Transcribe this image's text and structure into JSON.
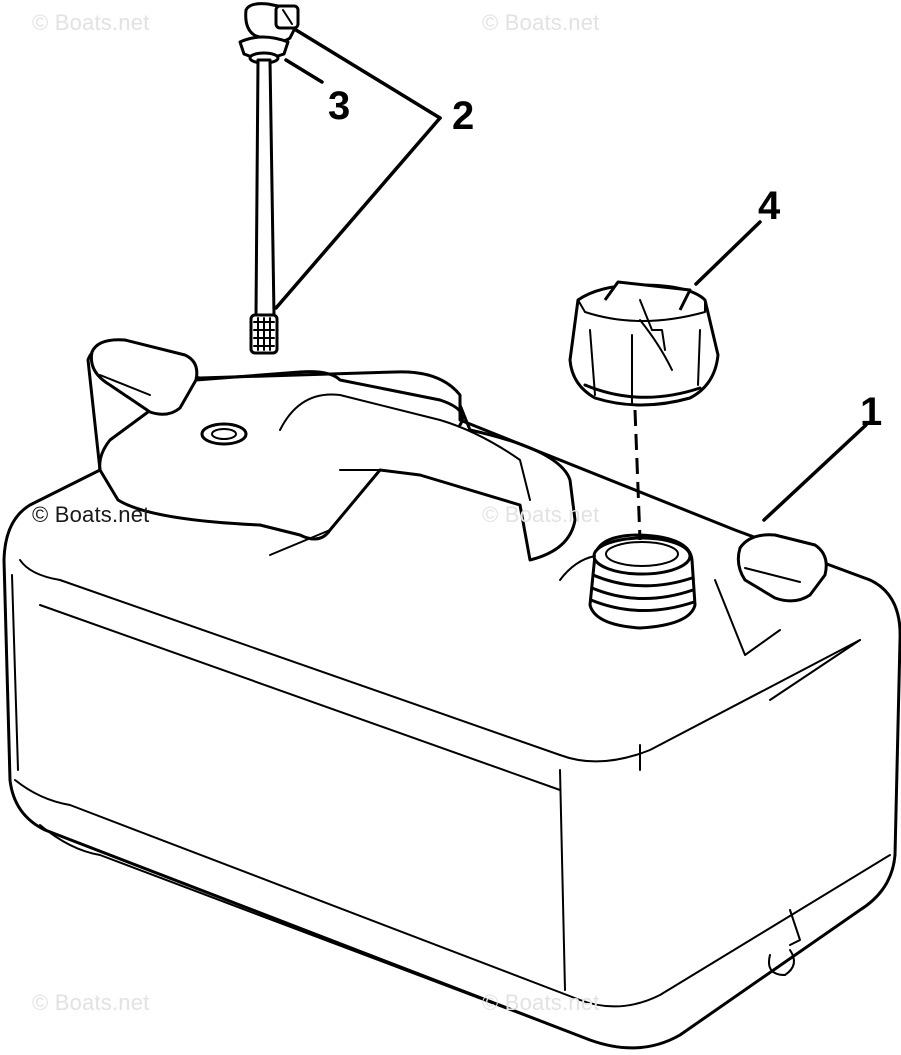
{
  "callouts": {
    "1": "1",
    "2": "2",
    "3": "3",
    "4": "4"
  },
  "watermarks": [
    "© Boats.net",
    "© Boats.net",
    "© Boats.net",
    "© Boats.net",
    "© Boats.net",
    "© Boats.net"
  ]
}
